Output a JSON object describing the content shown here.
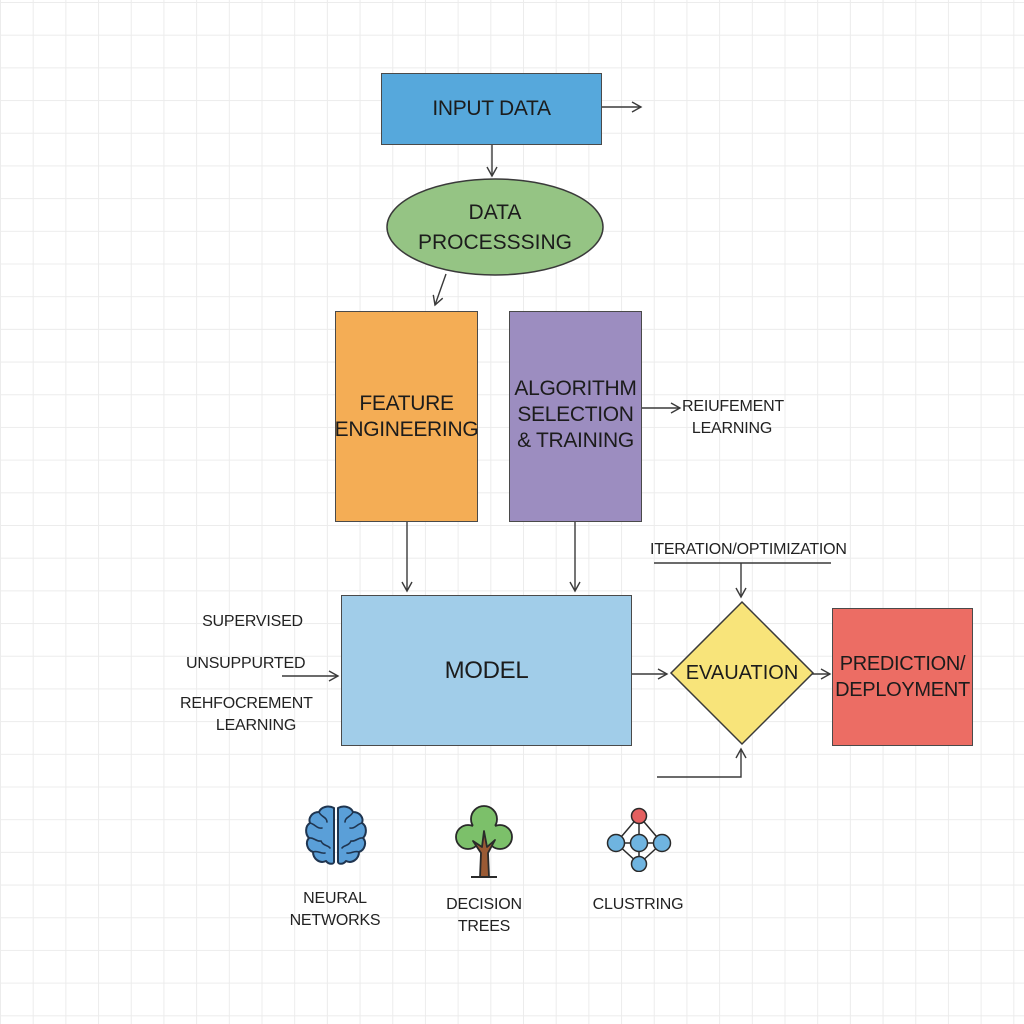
{
  "diagram": {
    "nodes": {
      "input_data": {
        "label": "INPUT DATA",
        "color": "#56a8dc"
      },
      "data_processing": {
        "line1": "DATA",
        "line2": "PROCESSSING",
        "color": "#95c484"
      },
      "feature_engineering": {
        "line1": "FEATURE",
        "line2": "ENGINEERING",
        "color": "#f4ad55"
      },
      "algorithm_selection": {
        "line1": "ALGORITHM",
        "line2": "SELECTION",
        "line3": "& TRAINING",
        "color": "#9c8dc0"
      },
      "model": {
        "label": "MODEL",
        "color": "#a1cde9"
      },
      "evaluation": {
        "label": "EVAUATION",
        "color": "#f8e47a"
      },
      "prediction": {
        "line1": "PREDICTION/",
        "line2": "DEPLOYMENT",
        "color": "#ec6d64"
      }
    },
    "side_labels": {
      "reinforcement_right": {
        "line1": "REIUFEMENT",
        "line2": "LEARNING"
      },
      "iteration": "ITERATION/OPTIMIZATION",
      "supervised": "SUPERVISED",
      "unsupervised": "UNSUPPURTED",
      "reinforcement_left": {
        "line1": "REHFOCREMENT",
        "line2": "LEARNING"
      }
    },
    "examples": [
      {
        "icon": "brain-icon",
        "line1": "NEURAL",
        "line2": "NETWORKS"
      },
      {
        "icon": "tree-icon",
        "line1": "DECISION TREES"
      },
      {
        "icon": "cluster-graph-icon",
        "line1": "CLUSTRING"
      }
    ],
    "colors": {
      "line": "#3a3a3a",
      "grid": "#ececec",
      "brain": "#5a9fd8",
      "tree_leaf": "#7cc06a",
      "tree_trunk": "#9a5a34",
      "cluster_node": "#6fb4e0",
      "cluster_root": "#e46060"
    }
  }
}
